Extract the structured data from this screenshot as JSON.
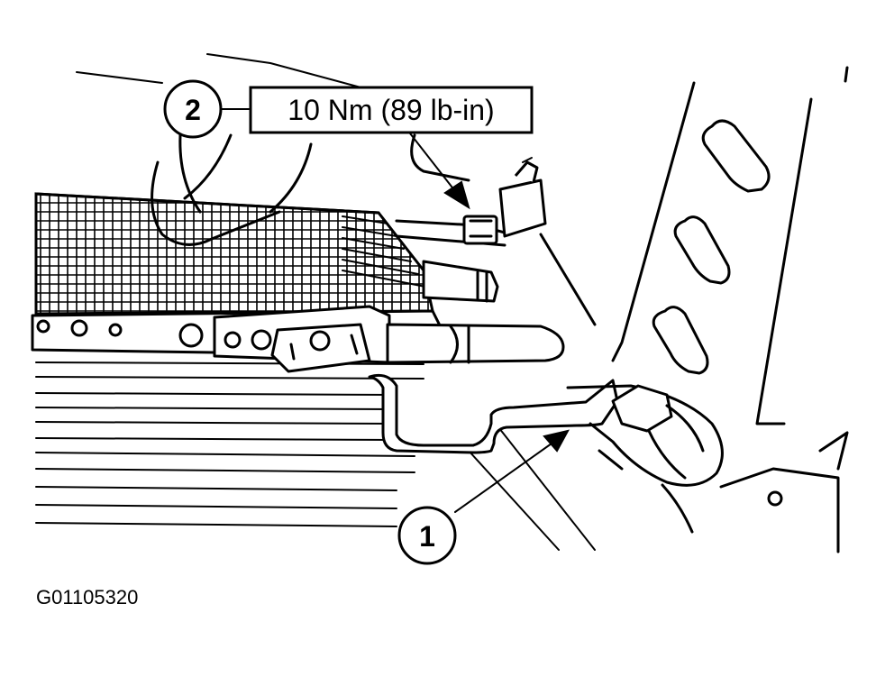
{
  "callouts": [
    {
      "number": "1"
    },
    {
      "number": "2"
    }
  ],
  "torque_label": "10 Nm (89 lb-in)",
  "figure_id": "G01105320"
}
